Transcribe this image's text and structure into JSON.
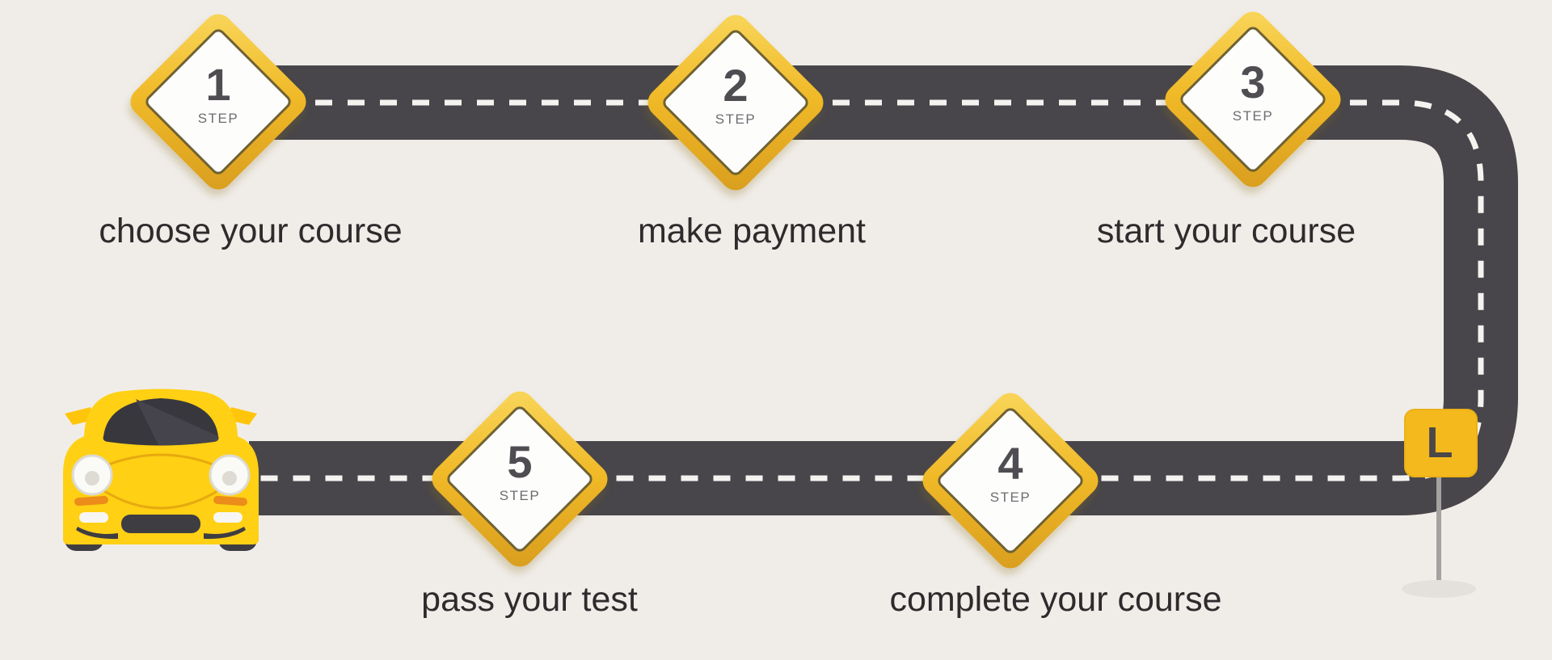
{
  "infographic": {
    "theme": "driving school course journey",
    "colors": {
      "background": "#f0ede9",
      "road": "#48464a",
      "road_dash": "#f4f3f0",
      "sign_gold": "#f0b927",
      "sign_inner_line": "#6f6233",
      "car_yellow": "#ffd013",
      "text": "#2d2b2c"
    }
  },
  "steps": [
    {
      "number": "1",
      "step_label": "STEP",
      "caption": "choose your course"
    },
    {
      "number": "2",
      "step_label": "STEP",
      "caption": "make payment"
    },
    {
      "number": "3",
      "step_label": "STEP",
      "caption": "start your course"
    },
    {
      "number": "4",
      "step_label": "STEP",
      "caption": "complete your course"
    },
    {
      "number": "5",
      "step_label": "STEP",
      "caption": "pass your test"
    }
  ],
  "learner_plate": {
    "letter": "L"
  }
}
